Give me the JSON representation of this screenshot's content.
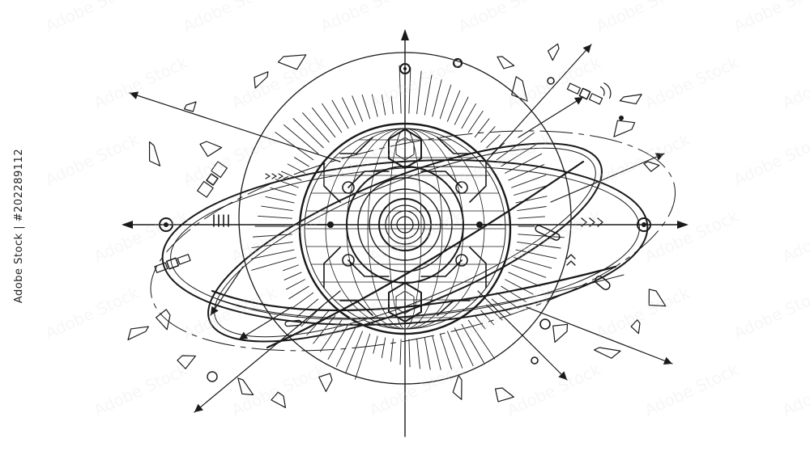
{
  "image": {
    "stock_id_label": "Adobe Stock | #202289112",
    "watermark_text": "Adobe Stock",
    "colors": {
      "background": "#ffffff",
      "ink": "#1a1a1a",
      "watermark": "#dddddd"
    },
    "subject": "line-art circuit planet with orbits, satellites and arrows"
  }
}
